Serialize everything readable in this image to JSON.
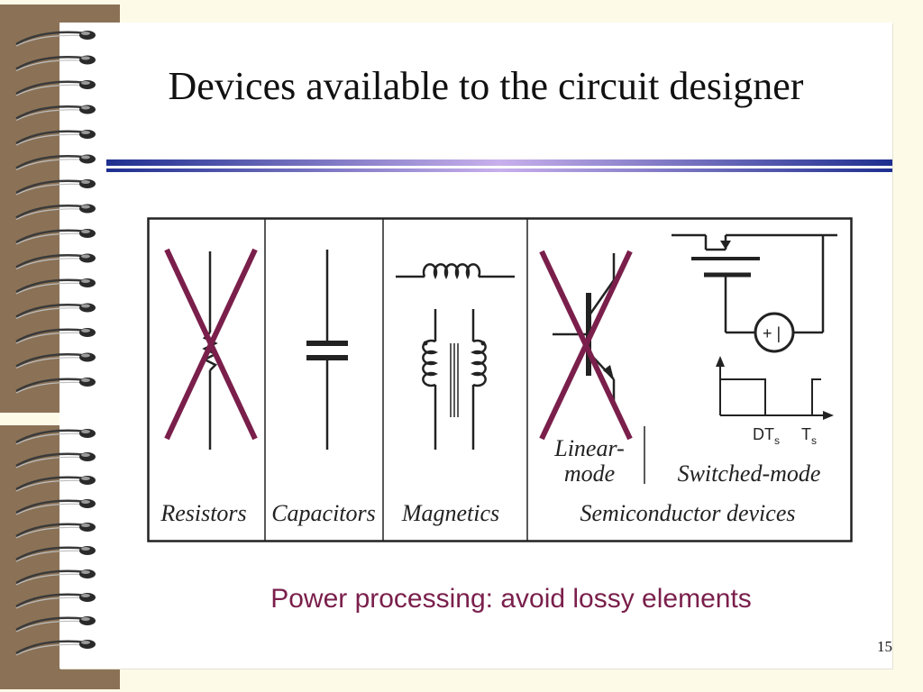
{
  "slide": {
    "title": "Devices available to the circuit designer",
    "subtitle": "Power processing: avoid lossy elements",
    "page_number": "15"
  },
  "figure": {
    "columns": [
      {
        "label": "Resistors",
        "crossed_out": true
      },
      {
        "label": "Capacitors",
        "crossed_out": false
      },
      {
        "label": "Magnetics",
        "crossed_out": false
      },
      {
        "label": "Semiconductor devices",
        "crossed_out": false
      }
    ],
    "semiconductor": {
      "linear_mode_line1": "Linear-",
      "linear_mode_line2": "mode",
      "switched_mode": "Switched-mode",
      "axis_label_dts": "DT",
      "axis_label_ts": "T",
      "subscript": "s"
    },
    "source_symbol": "+ |"
  },
  "colors": {
    "cross": "#7a1f4b",
    "subtitle": "#7a1f4b",
    "rule_outer": "#1e2f8f",
    "rule_center": "#c8b0ec",
    "binder": "#8b7256",
    "background": "#fdfbe8"
  }
}
